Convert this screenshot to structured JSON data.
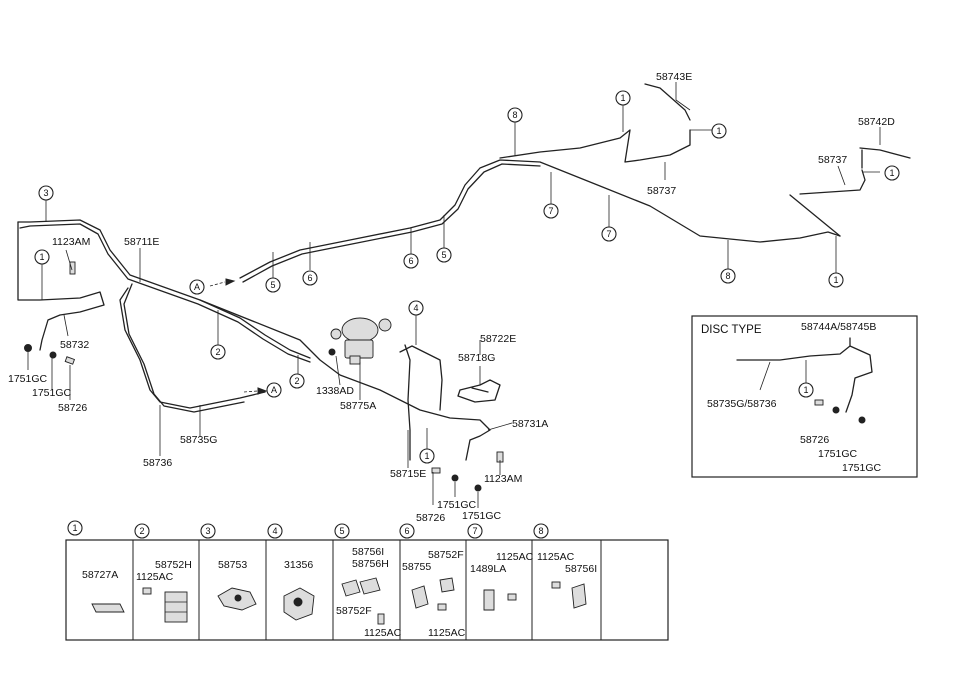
{
  "labels": {
    "p58743E": "58743E",
    "p58742D": "58742D",
    "p58737a": "58737",
    "p58737b": "58737",
    "p1123AMa": "1123AM",
    "p58711E": "58711E",
    "p58732": "58732",
    "p1751GCa": "1751GC",
    "p1751GCb": "1751GC",
    "p58726a": "58726",
    "p1338AD": "1338AD",
    "p58775A": "58775A",
    "p58722E": "58722E",
    "p58718G": "58718G",
    "p58731A": "58731A",
    "p58735G": "58735G",
    "p58736": "58736",
    "p58715E": "58715E",
    "p1751GCc": "1751GC",
    "p58726b": "58726",
    "p1751GCd": "1751GC",
    "p1123AMb": "1123AM",
    "disc_type": "DISC TYPE",
    "p58744A": "58744A/58745B",
    "p58735G58736": "58735G/58736",
    "p58726c": "58726",
    "p1751GCe": "1751GC",
    "p1751GCf": "1751GC"
  },
  "callouts": [
    "1",
    "2",
    "3",
    "4",
    "5",
    "6",
    "7",
    "8"
  ],
  "legend": {
    "cells": [
      {
        "num": "1",
        "labels": [
          "58727A"
        ]
      },
      {
        "num": "2",
        "labels": [
          "58752H",
          "1125AC"
        ]
      },
      {
        "num": "3",
        "labels": [
          "58753"
        ]
      },
      {
        "num": "4",
        "labels": [
          "31356"
        ]
      },
      {
        "num": "5",
        "labels": [
          "58756I",
          "58756H",
          "58752F",
          "1125AC"
        ]
      },
      {
        "num": "6",
        "labels": [
          "58752F",
          "58755",
          "1125AC"
        ]
      },
      {
        "num": "7",
        "labels": [
          "1125AC",
          "1489LA"
        ]
      },
      {
        "num": "8",
        "labels": [
          "1125AC",
          "58756I"
        ]
      },
      {
        "num": "",
        "labels": []
      }
    ]
  },
  "arrow_markers": [
    "A",
    "A"
  ],
  "icons": [
    "brake-valve-icon",
    "clip-icon",
    "bolt-icon",
    "nut-icon",
    "bracket-icon"
  ]
}
